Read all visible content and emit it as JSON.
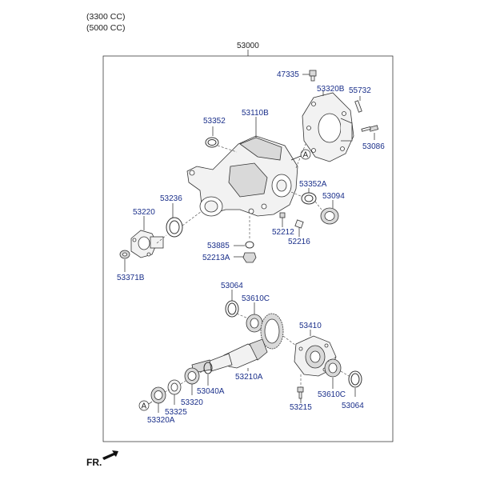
{
  "header": {
    "engine_1": "(3300 CC)",
    "engine_2": "(5000 CC)"
  },
  "assembly_number": "53000",
  "front_indicator": "FR.",
  "reference_mark": "A",
  "parts": {
    "p47335": "47335",
    "p53320B": "53320B",
    "p55732": "55732",
    "p53086": "53086",
    "p53352": "53352",
    "p53110B": "53110B",
    "p53352A": "53352A",
    "p53094": "53094",
    "p53236": "53236",
    "p53220": "53220",
    "p52212": "52212",
    "p52216": "52216",
    "p53885": "53885",
    "p52213A": "52213A",
    "p53371B": "53371B",
    "p53064_top": "53064",
    "p53610C_top": "53610C",
    "p53410": "53410",
    "p53210A": "53210A",
    "p53040A": "53040A",
    "p53320": "53320",
    "p53325": "53325",
    "p53320A": "53320A",
    "p53215": "53215",
    "p53610C_bot": "53610C",
    "p53064_bot": "53064"
  }
}
